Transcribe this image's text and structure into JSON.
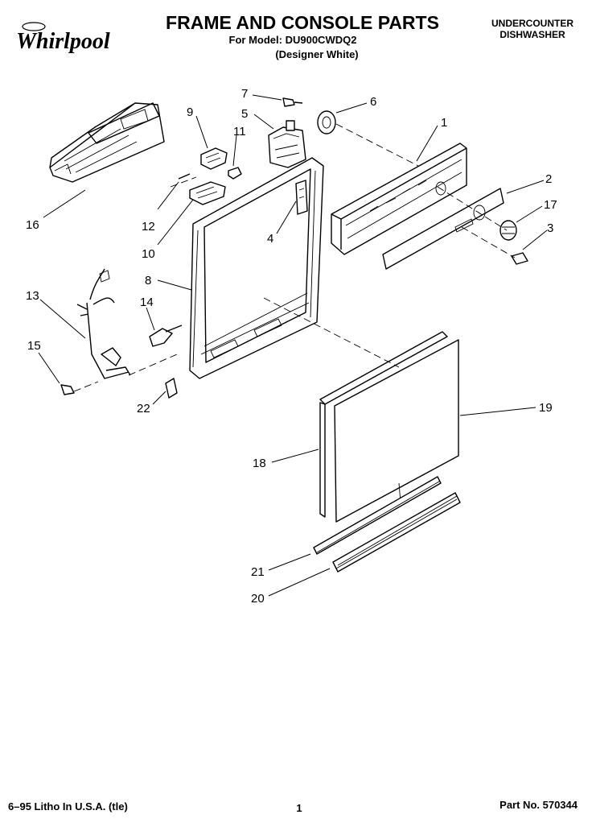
{
  "header": {
    "brand": "Whirlpool",
    "title": "FRAME AND CONSOLE PARTS",
    "model_line": "For Model: DU900CWDQ2",
    "color_line": "(Designer White)",
    "category_line1": "UNDERCOUNTER",
    "category_line2": "DISHWASHER"
  },
  "callouts": {
    "c1": "1",
    "c2": "2",
    "c3": "3",
    "c4": "4",
    "c5": "5",
    "c6": "6",
    "c7": "7",
    "c8": "8",
    "c9": "9",
    "c10": "10",
    "c11": "11",
    "c12": "12",
    "c13": "13",
    "c14": "14",
    "c15": "15",
    "c16": "16",
    "c17": "17",
    "c18": "18",
    "c19": "19",
    "c20": "20",
    "c21": "21",
    "c22": "22"
  },
  "footer": {
    "print_info": "6–95 Litho In U.S.A. (tle)",
    "page_number": "1",
    "part_number": "Part No. 570344"
  }
}
